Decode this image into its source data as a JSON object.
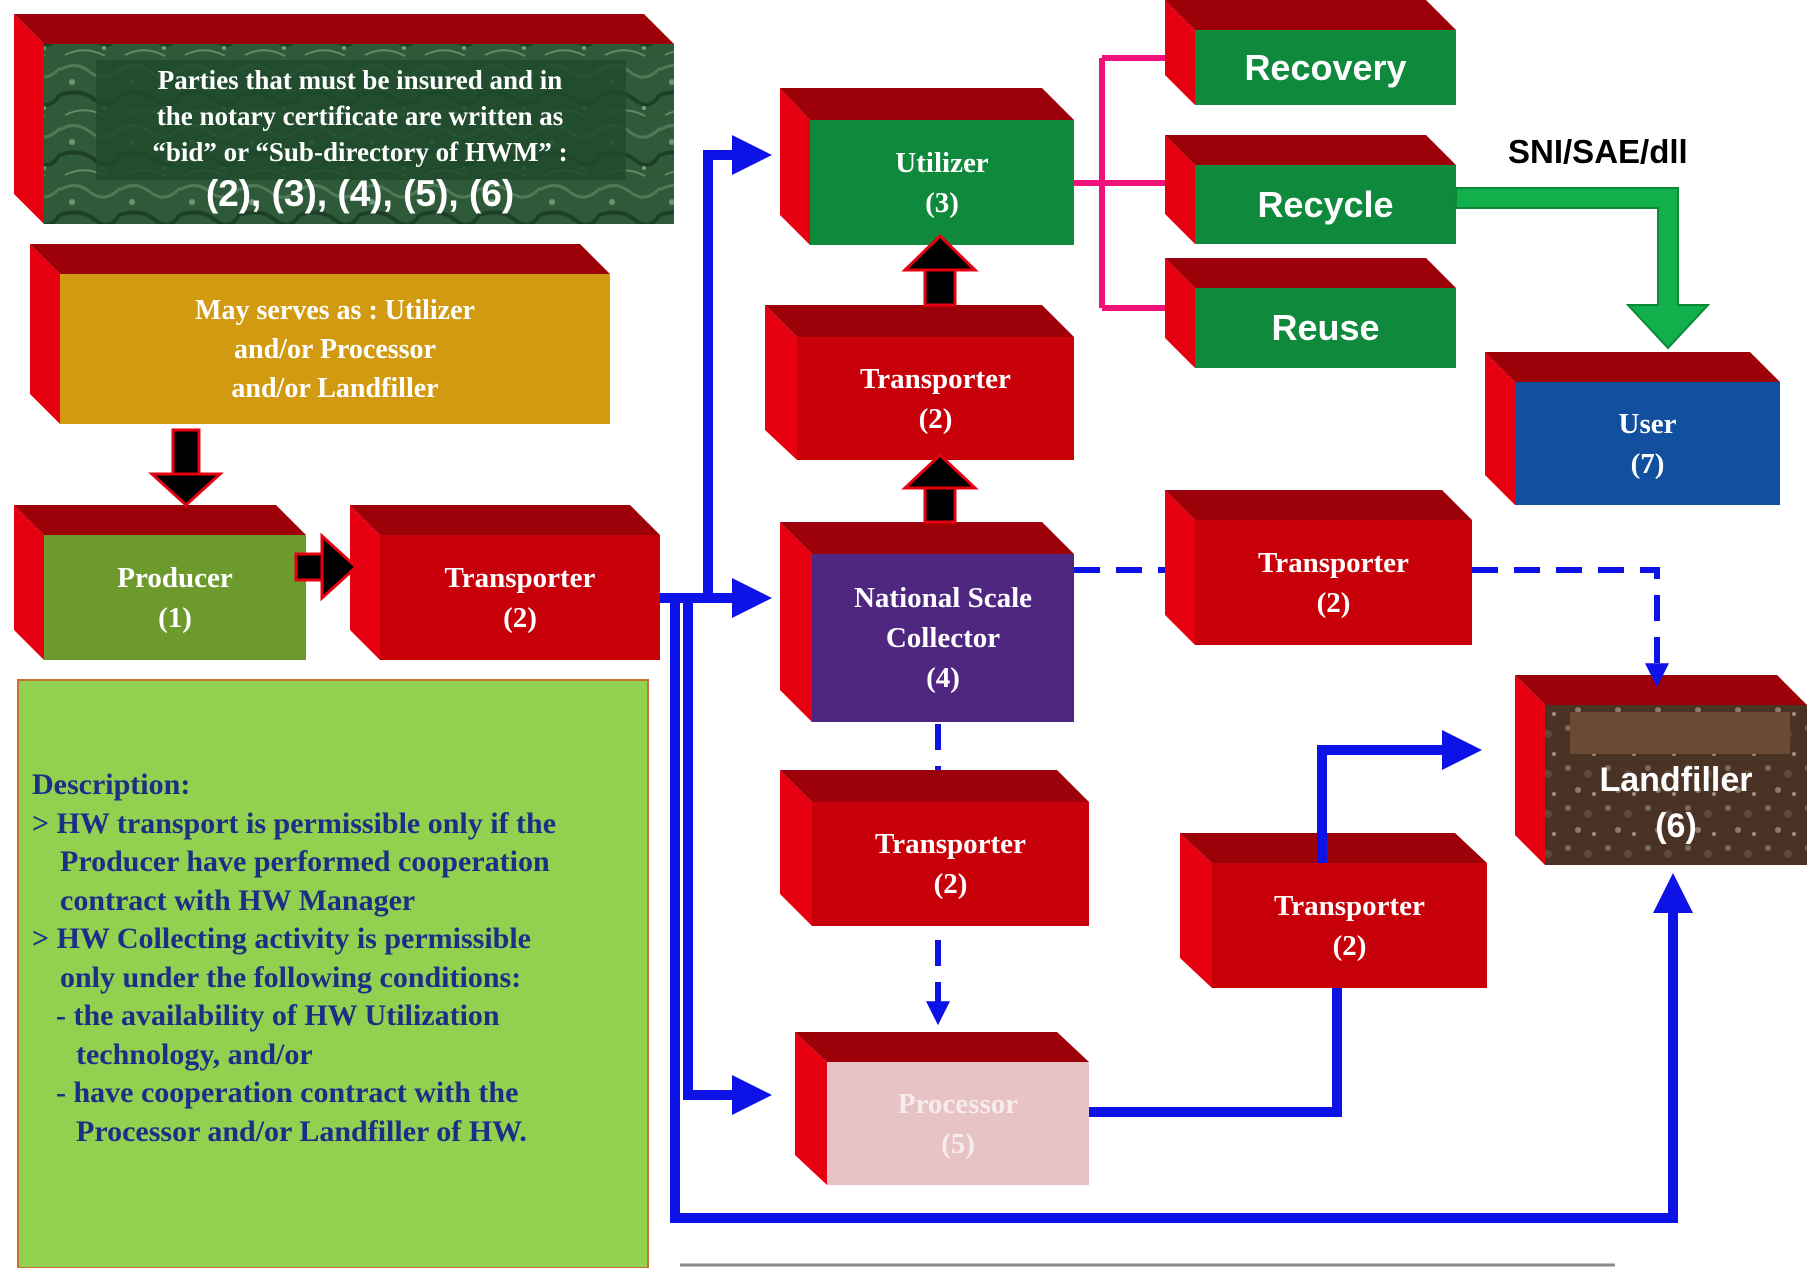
{
  "note_box": {
    "text_lines": [
      "Parties that must be insured and in",
      "the notary certificate are written as",
      "“bid” or “Sub-directory of HWM” :"
    ],
    "codes": "(2), (3), (4), (5), (6)"
  },
  "may_serve_box": {
    "lines": [
      "May serves as : Utilizer",
      "and/or Processor",
      "and/or Landfiller"
    ]
  },
  "nodes": {
    "producer": {
      "name": "Producer",
      "code": "(1)"
    },
    "transporter_main": {
      "name": "Transporter",
      "code": "(2)"
    },
    "utilizer": {
      "name": "Utilizer",
      "code": "(3)"
    },
    "transporter_upper": {
      "name": "Transporter",
      "code": "(2)"
    },
    "collector": {
      "name_lines": [
        "National Scale",
        "Collector"
      ],
      "code": "(4)"
    },
    "transporter_lower": {
      "name": "Transporter",
      "code": "(2)"
    },
    "processor": {
      "name": "Processor",
      "code": "(5)"
    },
    "transporter_right": {
      "name": "Transporter",
      "code": "(2)"
    },
    "transporter_bottom_right": {
      "name": "Transporter",
      "code": "(2)"
    },
    "landfiller": {
      "name": "Landfiller",
      "code": "(6)"
    },
    "user": {
      "name": "User",
      "code": "(7)"
    }
  },
  "options": {
    "recovery": "Recovery",
    "recycle": "Recycle",
    "reuse": "Reuse"
  },
  "standard_label": "SNI/SAE/dll",
  "description": {
    "heading": "Description:",
    "lines": [
      "> HW transport is permissible only if the",
      "   Producer have performed cooperation",
      "   contract with HW Manager",
      "> HW Collecting activity is permissible",
      "   only under the following conditions:",
      "   - the availability of HW Utilization",
      "     technology, and/or",
      "   - have cooperation contract with the",
      "     Processor and/or Landfiller of HW."
    ]
  },
  "colors": {
    "red_front": "#c8000a",
    "red_top": "#9c0008",
    "red_side": "#e60010",
    "green_box": "#0f8a3c",
    "olive_box": "#6d9a2c",
    "amber_box": "#d19a10",
    "purple_box": "#4f2780",
    "blue_box": "#11509e",
    "pink_box": "#e8c3c6",
    "flow_blue": "#0d12e6",
    "output_pink": "#f0127a",
    "standard_green": "#12b04c",
    "description_bg": "#92d050",
    "description_text": "#1c2f86"
  }
}
